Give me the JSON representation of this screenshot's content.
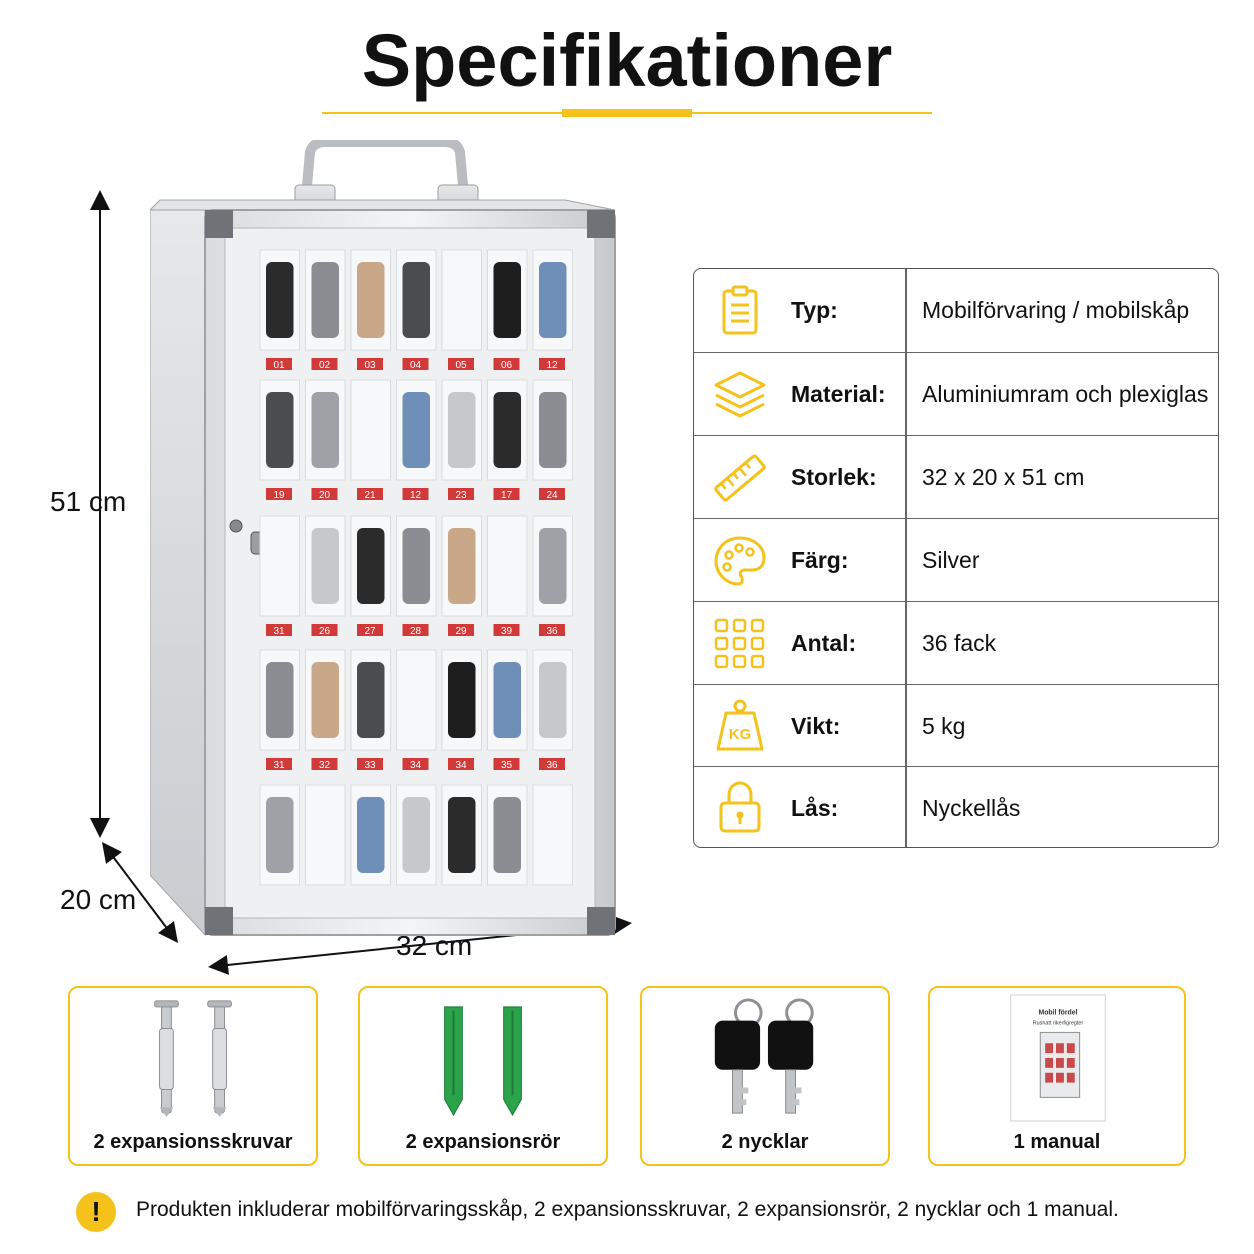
{
  "title": "Specifikationer",
  "dimensions": {
    "height": "51 cm",
    "depth": "20 cm",
    "width": "32 cm"
  },
  "cabinet": {
    "rows": [
      [
        "01",
        "02",
        "03",
        "04",
        "05",
        "06",
        "12"
      ],
      [
        "19",
        "20",
        "21",
        "12",
        "23",
        "17",
        "24"
      ],
      [
        "31",
        "26",
        "27",
        "28",
        "29",
        "39",
        "36"
      ],
      [
        "31",
        "32",
        "33",
        "34",
        "34",
        "35",
        "36"
      ]
    ]
  },
  "specs": [
    {
      "icon": "clipboard-icon",
      "label": "Typ:",
      "value": "Mobilförvaring / mobilskåp"
    },
    {
      "icon": "layers-icon",
      "label": "Material:",
      "value": "Aluminiumram och plexiglas"
    },
    {
      "icon": "ruler-icon",
      "label": "Storlek:",
      "value": "32 x 20 x 51 cm"
    },
    {
      "icon": "palette-icon",
      "label": "Färg:",
      "value": "Silver"
    },
    {
      "icon": "grid-icon",
      "label": "Antal:",
      "value": "36 fack"
    },
    {
      "icon": "weight-icon",
      "label": "Vikt:",
      "value": "5 kg"
    },
    {
      "icon": "lock-icon",
      "label": "Lås:",
      "value": "Nyckellås"
    }
  ],
  "weight_badge": "KG",
  "accessories": [
    {
      "label": "2 expansionsskruvar"
    },
    {
      "label": "2 expansionsrör"
    },
    {
      "label": "2 nycklar"
    },
    {
      "label": "1 manual"
    }
  ],
  "manual_cover": {
    "line1": "Mobil fördel",
    "line2": "Rushatt rikerfigregter"
  },
  "note": {
    "icon": "!",
    "text": "Produkten inkluderar mobilförvaringsskåp, 2 expansionsskruvar, 2 expansionsrör, 2 nycklar och 1 manual."
  },
  "colors": {
    "accent": "#f4c21a",
    "text": "#111111",
    "border": "#666666",
    "plug_green": "#2aa34a"
  }
}
